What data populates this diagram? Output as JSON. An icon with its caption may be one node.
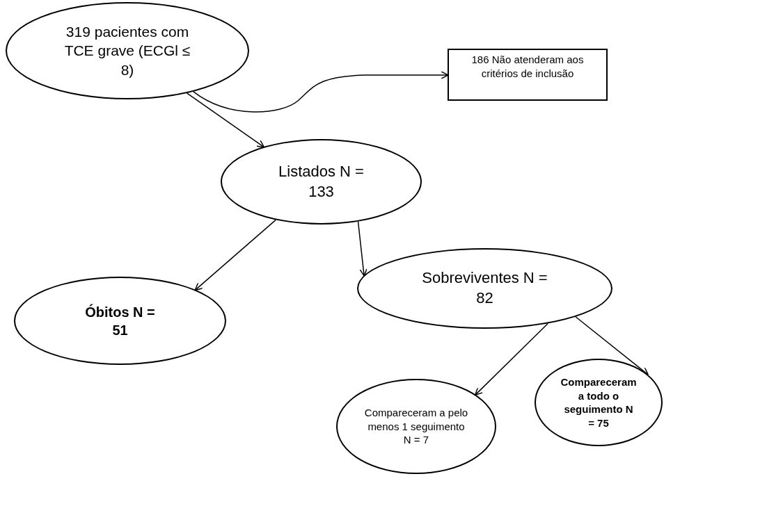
{
  "diagram": {
    "nodes": [
      {
        "text": [
          "319 pacientes com TCE grave (ECGl ≤ 8)"
        ]
      },
      {
        "text": [
          "186 Não atenderam aos critérios de inclusão"
        ]
      },
      {
        "text": [
          "Listados N = 133"
        ]
      },
      {
        "text": [
          "Óbitos N = 51"
        ]
      },
      {
        "text": [
          "Sobreviventes N = 82"
        ]
      },
      {
        "text": [
          "Compareceram a pelo menos 1 seguimento N = 7"
        ]
      },
      {
        "text": [
          "Compareceram a todo o seguimento N = 75"
        ]
      }
    ],
    "edges": [
      {
        "from": 0,
        "to": 2,
        "arrow": "to"
      },
      {
        "from": 0,
        "to": 1,
        "arrow": "to"
      },
      {
        "from": 2,
        "to": 3,
        "arrow": "to"
      },
      {
        "from": 2,
        "to": 4,
        "arrow": "to"
      },
      {
        "from": 4,
        "to": 5,
        "arrow": "to"
      },
      {
        "from": 4,
        "to": 6,
        "arrow": "to"
      }
    ]
  }
}
